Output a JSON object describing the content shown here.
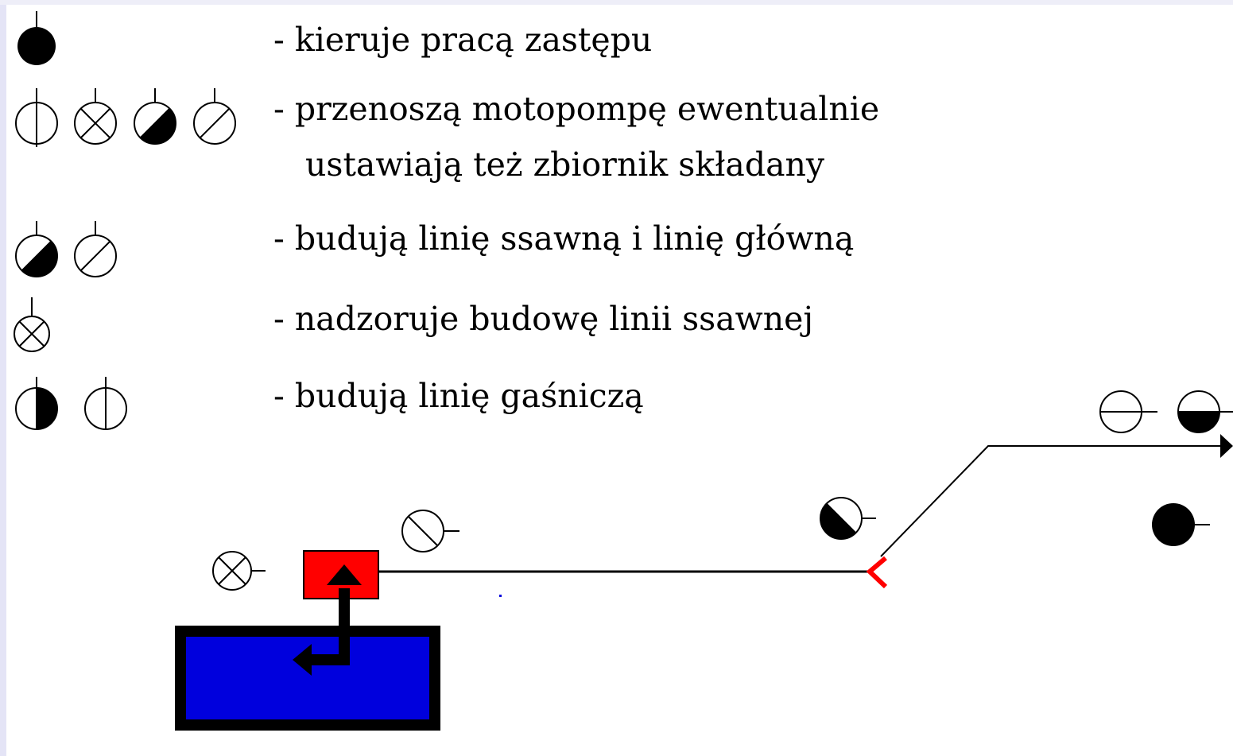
{
  "legend": [
    {
      "id": "leader",
      "text": "- kieruje pracą zastępu"
    },
    {
      "id": "carry",
      "text": "- przenoszą motopompę ewentualnie"
    },
    {
      "id": "carry-cont",
      "text": "ustawiają też zbiornik składany"
    },
    {
      "id": "suction-main",
      "text": "- budują linię ssawną i linię główną"
    },
    {
      "id": "supervise",
      "text": "- nadzoruje budowę linii ssawnej"
    },
    {
      "id": "extinguish",
      "text": "- budują linię gaśniczą"
    }
  ],
  "colors": {
    "tank": "#0000dd",
    "pump": "#ff0000",
    "divider_arrow": "#ff0000",
    "line": "#000000"
  },
  "symbols": {
    "leader": "solid-circle",
    "crew_2": "half-filled-diagonal-circle",
    "crew_1": "diagonal-circle",
    "crew_x": "cross-circle",
    "crew_v": "vertical-line-circle",
    "crew_vh": "half-vertical-filled-circle",
    "crew_h": "horizontal-line-circle",
    "crew_hh": "half-horizontal-filled-circle"
  }
}
